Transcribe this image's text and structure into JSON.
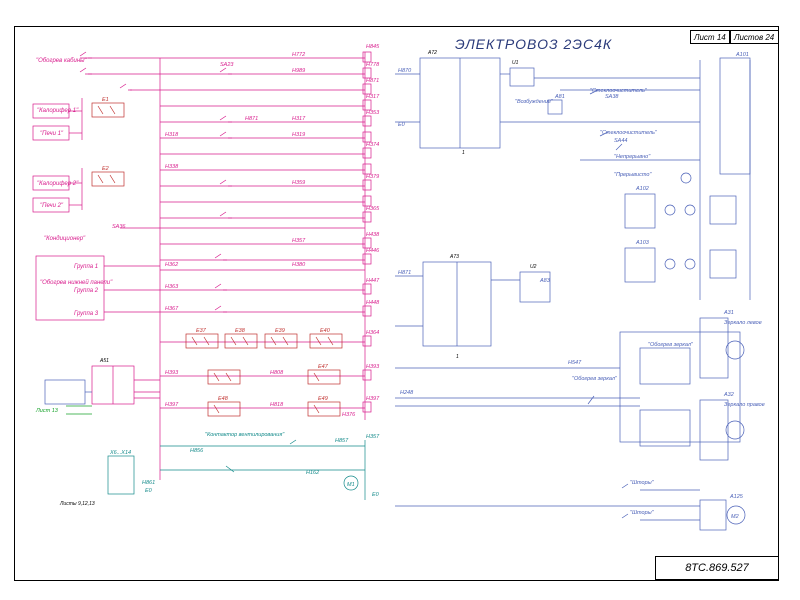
{
  "title": "ЭЛЕКТРОВОЗ 2ЭС4К",
  "sheet_label": "Лист 14",
  "sheets_label": "Листов 24",
  "doc_number": "8ТС.869.527",
  "footnote": "Листы 9,12,13",
  "sheet_ref": "Лист 13",
  "left_labels": {
    "obogrev_kabiny": "\"Обогрев кабины\"",
    "kalorifer1": "\"Калорифер 1\"",
    "pechi1": "\"Печи 1\"",
    "kalorifer2": "\"Калорифер 2\"",
    "pechi2": "\"Печи 2\"",
    "kondicioner": "\"Кондиционер\"",
    "obogrev_nizhn": "\"Обогрев нижней панели\"",
    "gruppa1": "Группа 1",
    "gruppa2": "Группа 2",
    "gruppa3": "Группа 3",
    "kontaktor": "\"Контактор вентилирования\""
  },
  "right_labels": {
    "vozbuzhd": "\"Возбуждение\"",
    "steklo1": "\"Стеклоочиститель\"",
    "steklo2": "\"Стеклоочиститель\"",
    "nepreryvno": "\"Непрерывно\"",
    "preryvisto": "\"Прерывисто\"",
    "obogrev_zerkal": "\"Обогрев зеркал\"",
    "obogrev_zerkal2": "\"Обогрев зеркал\"",
    "zerkalo_levoe": "Зеркало левое",
    "zerkalo_pravoe": "Зеркало правое",
    "shtory1": "\"Шторы\"",
    "shtory2": "\"Шторы\""
  },
  "wire_labels": {
    "n772": "Н772",
    "n989": "Н989",
    "n871": "Н871",
    "n317": "Н317",
    "n318": "Н318",
    "n319": "Н319",
    "n338": "Н338",
    "n357": "Н357",
    "n359": "Н359",
    "n362": "Н362",
    "n363": "Н363",
    "n367": "Н367",
    "n380": "Н380",
    "n397": "Н397",
    "n393": "Н393",
    "n376": "Н376",
    "n856": "Н856",
    "n857": "Н857",
    "n861": "Н861",
    "n162": "Н162",
    "n547": "Н547",
    "n248": "Н248",
    "n818": "Н818",
    "n808": "Н808",
    "e0": "Е0",
    "e0r": "Е0",
    "n870": "Н870",
    "n871r": "Н871"
  },
  "bus_labels": [
    "Н845",
    "Н778",
    "Н871",
    "Н317",
    "Н353",
    "Н374",
    "Н379",
    "Н365",
    "Н438",
    "Н446",
    "Н447",
    "Н448",
    "Н364",
    "Н393",
    "Н397",
    "Н357",
    "Е0"
  ],
  "components": {
    "a51": "А51",
    "a101": "А101",
    "a102": "А102",
    "a103": "А103",
    "a72": "А72",
    "a73": "А73",
    "a81": "А81",
    "a83": "А83",
    "a31": "А31",
    "a32": "А32",
    "a125": "А125",
    "u1": "U1",
    "u2": "U2",
    "x6": "Х6...Х14",
    "ek1": "Е1",
    "ek2": "Е2",
    "e37": "Е37",
    "e38": "Е38",
    "e39": "Е39",
    "e40": "Е40",
    "e47": "Е47",
    "e48": "Е48",
    "e49": "Е49",
    "m1": "М1",
    "m2": "М2",
    "sa23": "SA23",
    "sa36": "SA36",
    "sa38": "SA38",
    "sa44": "SA44",
    "one1": "1",
    "one2": "1"
  }
}
